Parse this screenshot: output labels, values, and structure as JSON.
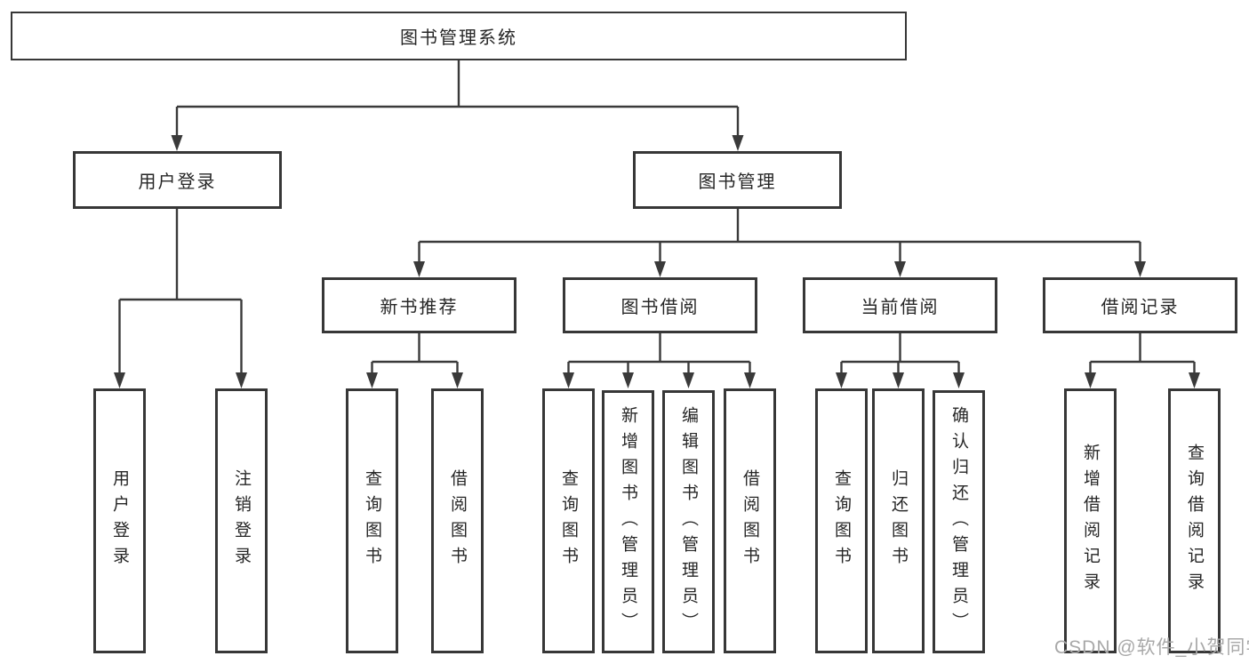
{
  "diagram": {
    "root": {
      "label": "图书管理系统",
      "children": [
        {
          "label": "用户登录",
          "children": [
            {
              "label": "用户登录"
            },
            {
              "label": "注销登录"
            }
          ]
        },
        {
          "label": "图书管理",
          "children": [
            {
              "label": "新书推荐",
              "children": [
                {
                  "label": "查询图书"
                },
                {
                  "label": "借阅图书"
                }
              ]
            },
            {
              "label": "图书借阅",
              "children": [
                {
                  "label": "查询图书"
                },
                {
                  "label": "新增图书（管理员）"
                },
                {
                  "label": "编辑图书（管理员）"
                },
                {
                  "label": "借阅图书"
                }
              ]
            },
            {
              "label": "当前借阅",
              "children": [
                {
                  "label": "查询图书"
                },
                {
                  "label": "归还图书"
                },
                {
                  "label": "确认归还（管理员）"
                }
              ]
            },
            {
              "label": "借阅记录",
              "children": [
                {
                  "label": "新增借阅记录"
                },
                {
                  "label": "查询借阅记录"
                }
              ]
            }
          ]
        }
      ]
    }
  },
  "watermark": {
    "text": "CSDN @软件_小贺同学"
  },
  "colors": {
    "line": "#3a3a3a",
    "border": "#373737",
    "text": "#262626",
    "watermark": "#a8a8a8",
    "background": "#ffffff"
  }
}
